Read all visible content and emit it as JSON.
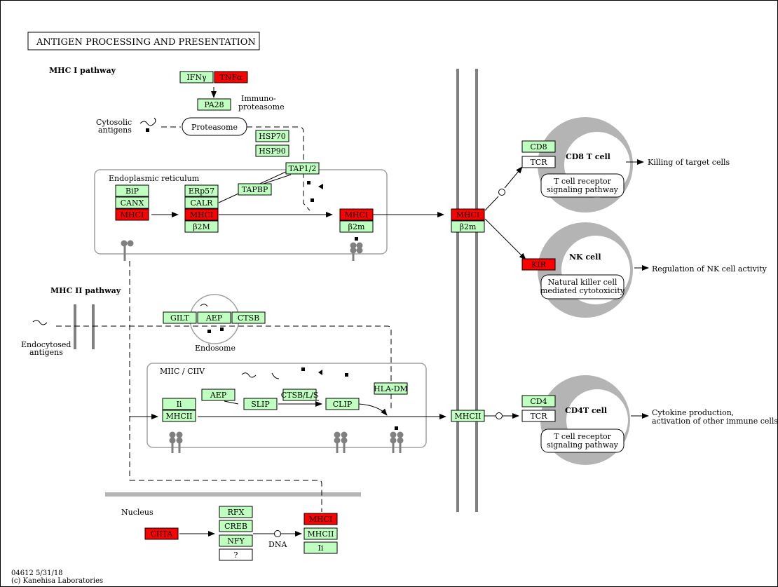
{
  "title": "ANTIGEN PROCESSING AND PRESENTATION",
  "footer": {
    "id_date": "04612 5/31/18",
    "copyright": "(c) Kanehisa Laboratories"
  },
  "colors": {
    "green": "#bfffbf",
    "red": "#ff0000",
    "white": "#ffffff",
    "grey": "#808080",
    "light_grey": "#b4b4b4"
  },
  "section_labels": {
    "mhc1_pathway": "MHC I pathway",
    "mhc2_pathway": "MHC II pathway",
    "endoplasmic_reticulum": "Endoplasmic reticulum",
    "immunoproteasome_1": "Immuno-",
    "immunoproteasome_2": "proteasome",
    "cytosolic_antigens_1": "Cytosolic",
    "cytosolic_antigens_2": "antigens",
    "endocytosed_antigens_1": "Endocytosed",
    "endocytosed_antigens_2": "antigens",
    "endosome": "Endosome",
    "miic": "MIIC / CIIV",
    "nucleus": "Nucleus",
    "dna": "DNA",
    "cd8_tcell": "CD8 T cell",
    "nk_cell": "NK cell",
    "cd4_tcell": "CD4T cell"
  },
  "nodes": {
    "ifng": "IFNγ",
    "tnfa": "TNFα",
    "pa28": "PA28",
    "proteasome": "Proteasome",
    "hsp70": "HSP70",
    "hsp90": "HSP90",
    "tap12": "TAP1/2",
    "tapbp": "TAPBP",
    "bip": "BiP",
    "canx": "CANX",
    "mhci_er1": "MHCI",
    "erp57": "ERp57",
    "calr": "CALR",
    "mhci_er2": "MHCI",
    "b2m_er2": "β2M",
    "mhci_er3": "MHCI",
    "b2m_er3": "β2m",
    "mhci_mem": "MHCI",
    "b2m_mem": "β2m",
    "cd8": "CD8",
    "tcr_cd8": "TCR",
    "kir": "KIR",
    "gilt": "GILT",
    "aep_endo": "AEP",
    "ctsb_endo": "CTSB",
    "hla_dm": "HLA-DM",
    "ii": "Ii",
    "mhcii_miic": "MHCII",
    "aep_miic": "AEP",
    "slip": "SLIP",
    "ctsb_ls": "CTSB/L/S",
    "clip": "CLIP",
    "mhcii_mem": "MHCII",
    "cd4": "CD4",
    "tcr_cd4": "TCR",
    "ciita": "CIITA",
    "rfx": "RFX",
    "creb": "CREB",
    "nfy": "NFY",
    "unknown": "?",
    "mhci_nuc": "MHCI",
    "mhcii_nuc": "MHCII",
    "ii_nuc": "Ii"
  },
  "pathway_links": {
    "tcr_signaling_1_a": "T cell receptor",
    "tcr_signaling_1_b": "signaling pathway",
    "nk_cytotoxicity_a": "Natural killer cell",
    "nk_cytotoxicity_b": "mediated cytotoxicity",
    "tcr_signaling_2_a": "T cell receptor",
    "tcr_signaling_2_b": "signaling pathway"
  },
  "outcomes": {
    "killing": "Killing of target cells",
    "nk_regulation": "Regulation of NK cell activity",
    "cytokine_1": "Cytokine production,",
    "cytokine_2": "activation of other immune cells"
  }
}
